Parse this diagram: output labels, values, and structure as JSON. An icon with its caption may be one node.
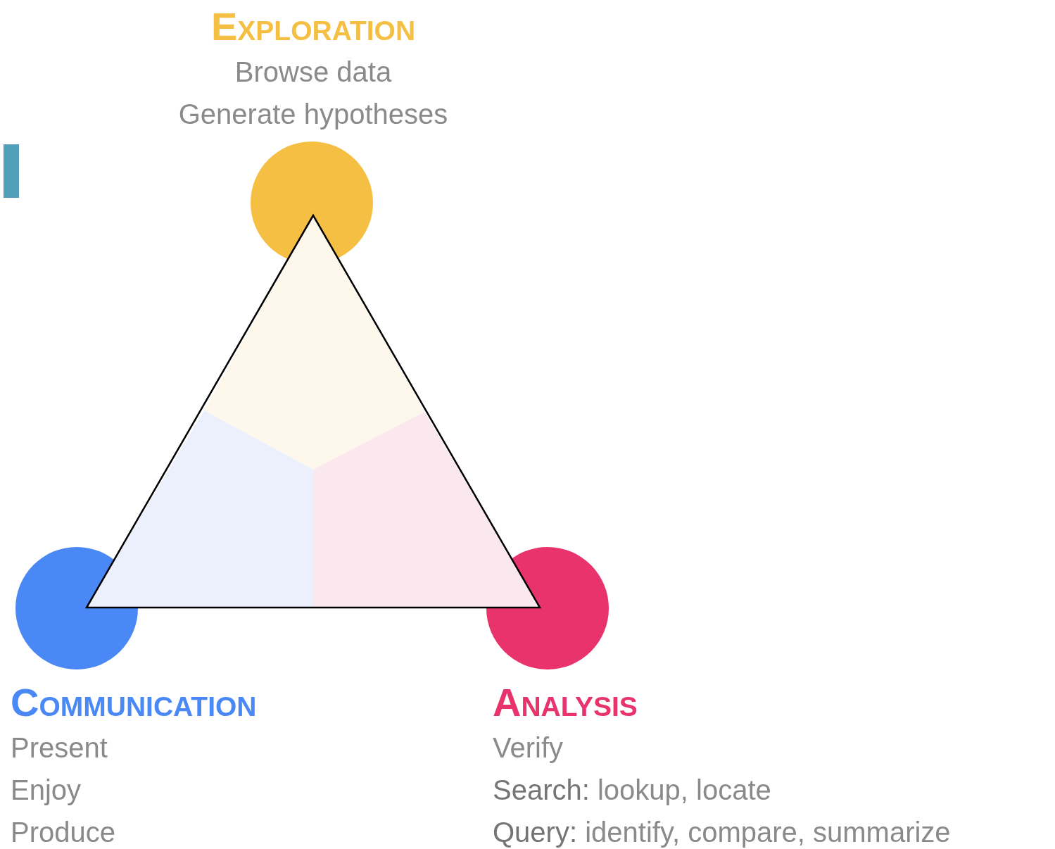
{
  "diagram": {
    "nodes": [
      {
        "text": [
          "Exploration",
          "Browse data",
          "Generate hypotheses"
        ]
      },
      {
        "text": [
          "Communication",
          "Present",
          "Enjoy",
          "Produce"
        ]
      },
      {
        "text": [
          "Analysis",
          "Verify",
          "**Search:** lookup, locate",
          "**Query:** identify, compare, summarize"
        ]
      },
      {
        "text": [],
        "shape": "bar"
      }
    ]
  }
}
